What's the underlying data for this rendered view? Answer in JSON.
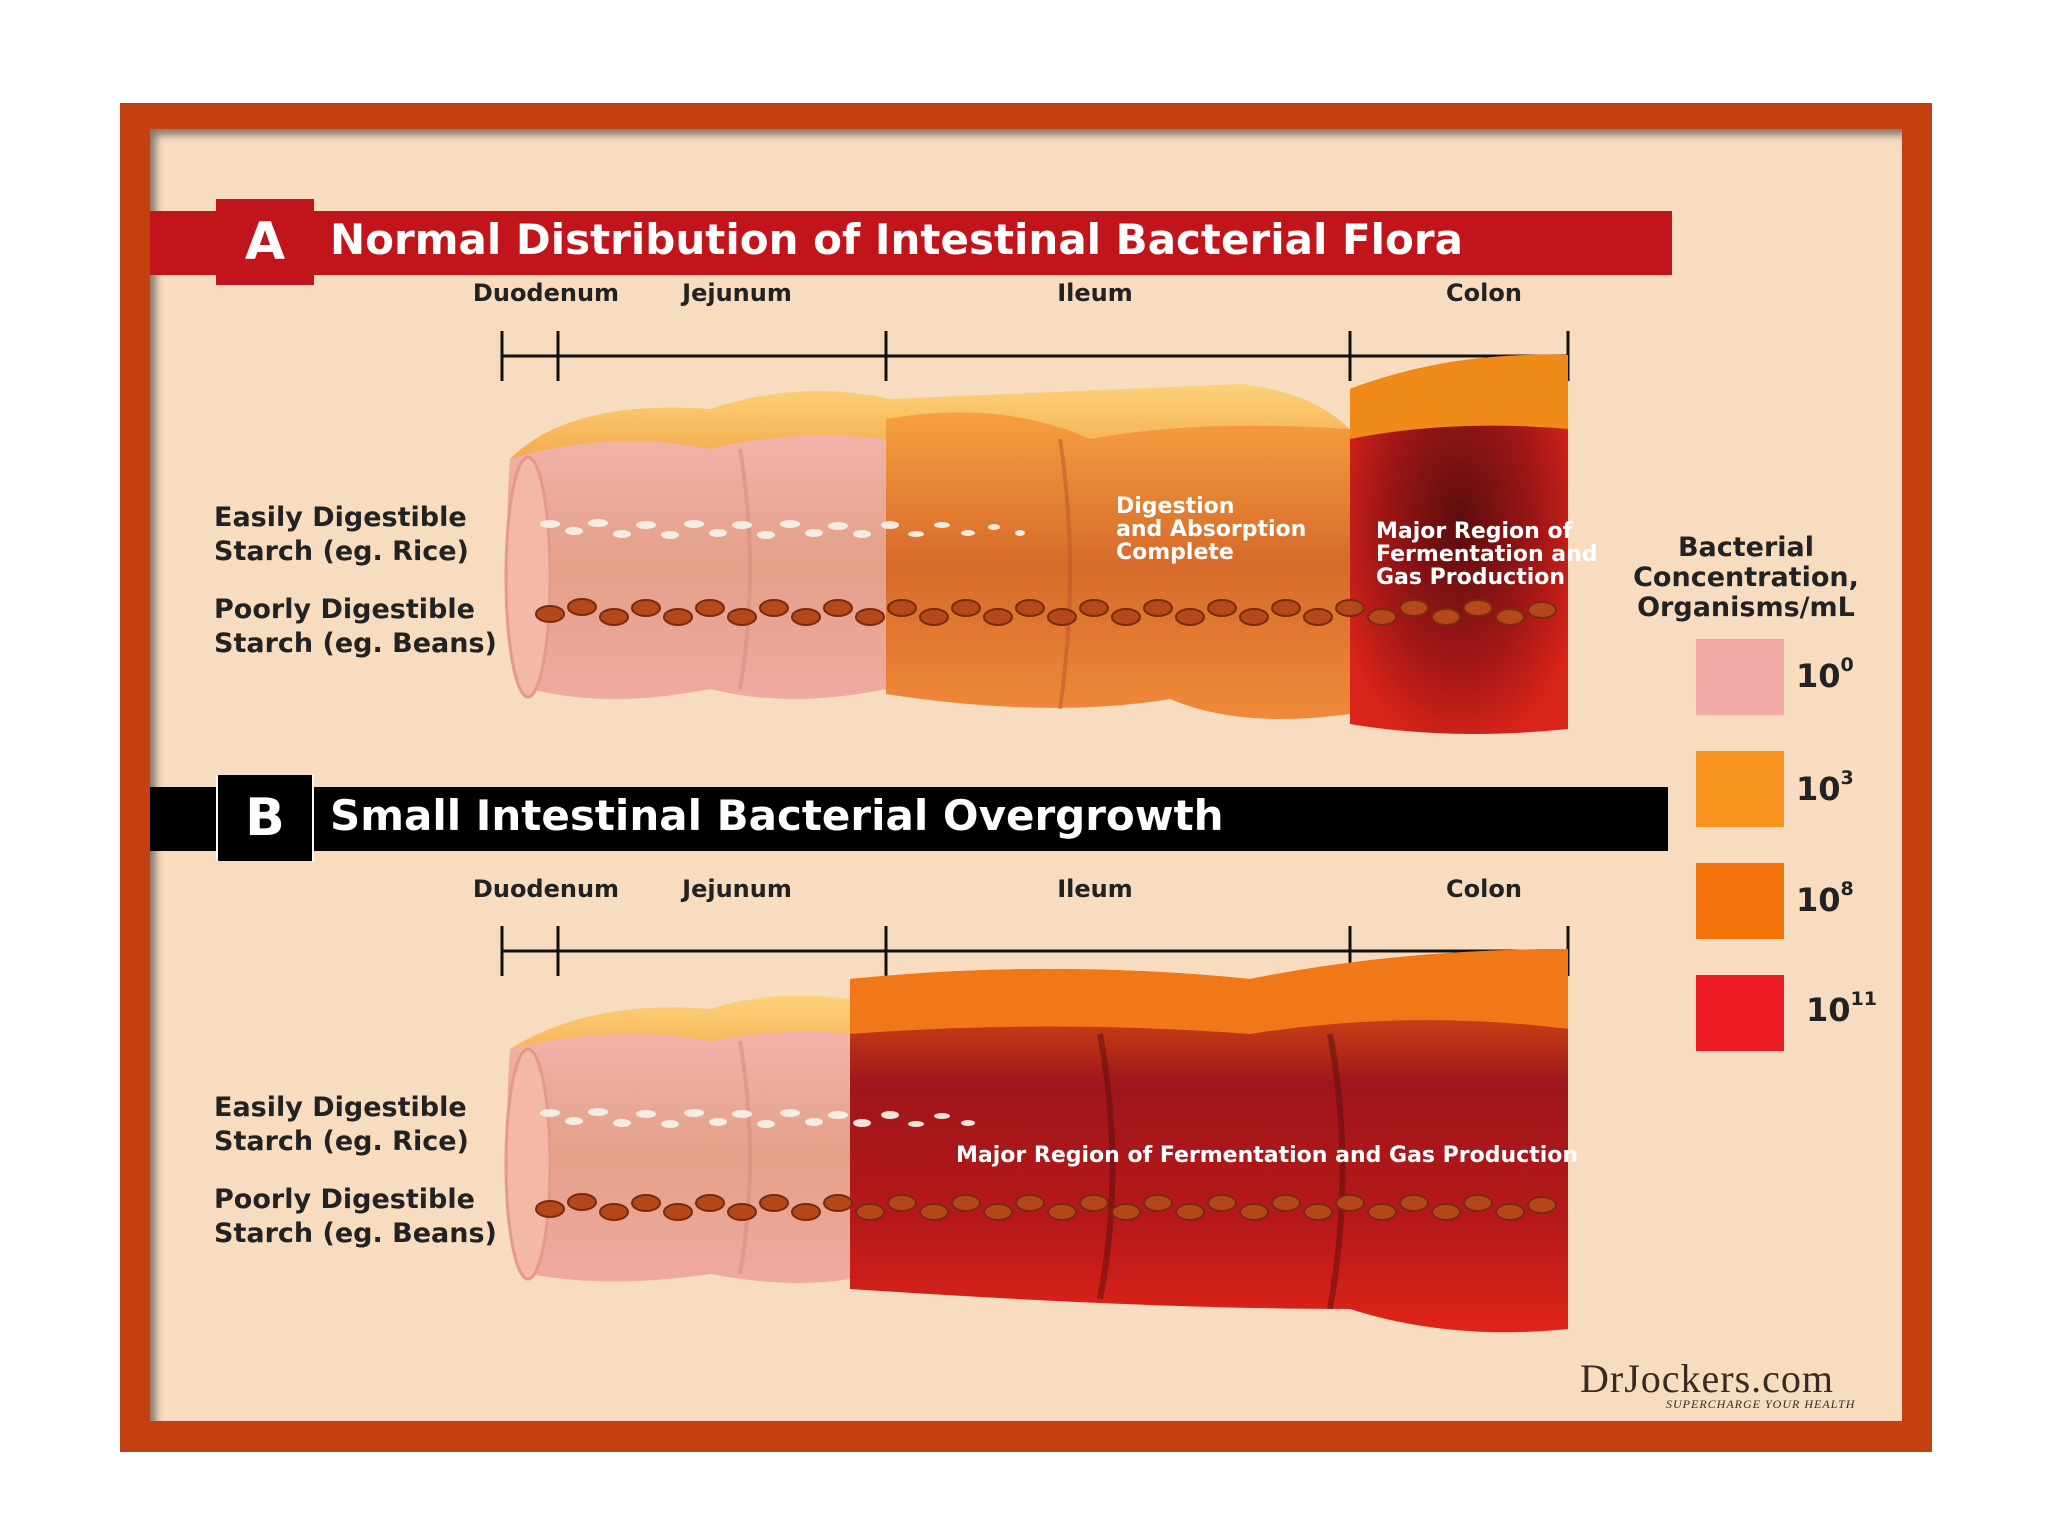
{
  "panel_a": {
    "letter": "A",
    "title": "Normal Distribution of Intestinal Bacterial Flora",
    "segments": [
      "Duodenum",
      "Jejunum",
      "Ileum",
      "Colon"
    ],
    "labels": {
      "easy_line1": "Easily Digestible",
      "easy_line2": "Starch (eg. Rice)",
      "poor_line1": "Poorly Digestible",
      "poor_line2": "Starch (eg. Beans)"
    },
    "annotation_1": [
      "Digestion",
      "and Absorption",
      "Complete"
    ],
    "annotation_2": [
      "Major Region of",
      "Fermentation and",
      "Gas Production"
    ]
  },
  "panel_b": {
    "letter": "B",
    "title": "Small Intestinal Bacterial Overgrowth",
    "segments": [
      "Duodenum",
      "Jejunum",
      "Ileum",
      "Colon"
    ],
    "labels": {
      "easy_line1": "Easily Digestible",
      "easy_line2": "Starch (eg. Rice)",
      "poor_line1": "Poorly Digestible",
      "poor_line2": "Starch (eg. Beans)"
    },
    "annotation": "Major Region of Fermentation and Gas Production"
  },
  "legend": {
    "title_lines": [
      "Bacterial",
      "Concentration,",
      "Organisms/mL"
    ],
    "items": [
      {
        "base": "10",
        "exp": "0",
        "color": "#f1aaa6"
      },
      {
        "base": "10",
        "exp": "3",
        "color": "#f7931e"
      },
      {
        "base": "10",
        "exp": "8",
        "color": "#f4740b"
      },
      {
        "base": "10",
        "exp": "11",
        "color": "#ee1c24"
      }
    ]
  },
  "logo": {
    "text": "DrJockers.com",
    "tagline": "SUPERCHARGE YOUR HEALTH"
  },
  "colors": {
    "frame": "#c4410f",
    "panel_bg": "#f7dcc0",
    "banner_a": "#c1151b",
    "banner_b": "#000000"
  }
}
